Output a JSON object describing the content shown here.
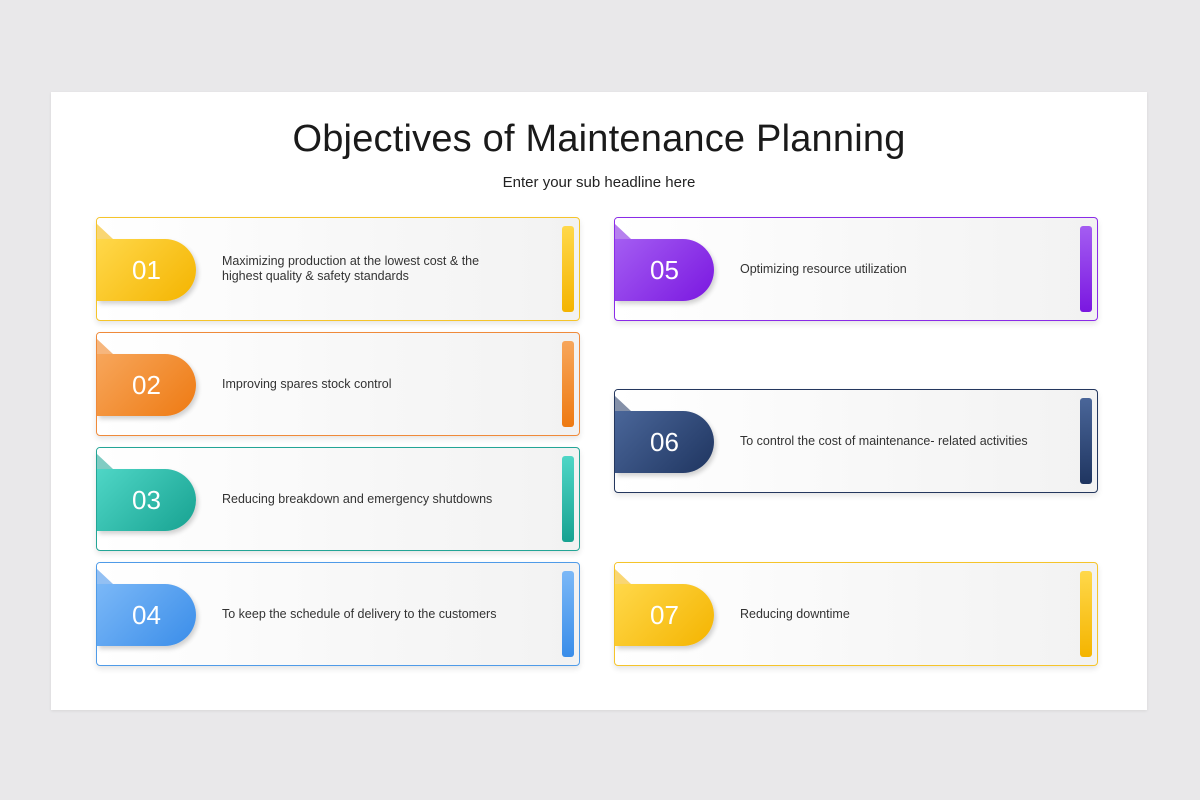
{
  "title": "Objectives of Maintenance Planning",
  "subtitle": "Enter your sub headline here",
  "items": [
    {
      "number": "01",
      "text": "Maximizing production at the lowest cost & the highest quality & safety standards",
      "color": "#f7c521",
      "light": "#ffd84a",
      "dark": "#f4b400",
      "border": "#f5c42a"
    },
    {
      "number": "02",
      "text": "Improving spares stock control",
      "color": "#f08a2e",
      "light": "#f7a65b",
      "dark": "#ee7a12",
      "border": "#ef8a3a"
    },
    {
      "number": "03",
      "text": "Reducing breakdown and emergency shutdowns",
      "color": "#2bb3a3",
      "light": "#4fd6c6",
      "dark": "#17a291",
      "border": "#23a596"
    },
    {
      "number": "04",
      "text": "To keep the schedule of delivery to the customers",
      "color": "#4a9bf0",
      "light": "#7bb8f7",
      "dark": "#3a8de9",
      "border": "#4f9be8"
    },
    {
      "number": "05",
      "text": "Optimizing resource utilization",
      "color": "#8a2be8",
      "light": "#a45df2",
      "dark": "#7a17e0",
      "border": "#8a2be8"
    },
    {
      "number": "06",
      "text": "To control the cost of maintenance- related activities",
      "color": "#2d4470",
      "light": "#4a6699",
      "dark": "#1f3560",
      "border": "#24375e"
    },
    {
      "number": "07",
      "text": "Reducing downtime",
      "color": "#f7c521",
      "light": "#ffd84a",
      "dark": "#f4b400",
      "border": "#f5c42a"
    }
  ]
}
